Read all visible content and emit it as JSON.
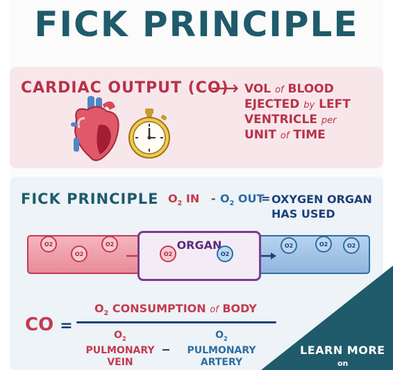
{
  "title": "FICK PRINCIPLE",
  "cardiac_output": {
    "label": "CARDIAC OUTPUT (CO)",
    "arrow": "⟶",
    "definition": {
      "line1_a": "VOL",
      "line1_of": "of",
      "line1_b": "BLOOD",
      "line2_a": "EJECTED",
      "line2_by": "by",
      "line2_b": "LEFT",
      "line3_a": "VENTRICLE",
      "line3_per": "per",
      "line4_a": "UNIT",
      "line4_of": "of",
      "line4_b": "TIME"
    }
  },
  "fick": {
    "label": "FICK PRINCIPLE",
    "o2_in": "O",
    "o2_in_sub": "2",
    "o2_in_word": "IN",
    "minus": "-",
    "o2_out": "O",
    "o2_out_sub": "2",
    "o2_out_word": "OUT",
    "equals": "=",
    "result_line1": "OXYGEN ORGAN",
    "result_line2": "HAS USED",
    "organ_label": "ORGAN",
    "molecule_label": "O",
    "molecule_sub": "2",
    "formula": {
      "lhs": "CO",
      "equals": "=",
      "numerator_a": "O",
      "numerator_sub": "2",
      "numerator_b": "CONSUMPTION",
      "numerator_of": "of",
      "numerator_c": "BODY",
      "den_left_a": "O",
      "den_left_sub": "2",
      "den_left_b": "PULMONARY",
      "den_left_c": "VEIN",
      "den_minus": "_",
      "den_right_a": "O",
      "den_right_sub": "2",
      "den_right_b": "PULMONARY",
      "den_right_c": "ARTERY"
    }
  },
  "cta": {
    "label": "LEARN MORE",
    "sub": "on"
  },
  "colors": {
    "teal": "#1f5b6a",
    "red": "#c43a4e",
    "blue": "#2e6da3",
    "purple": "#7a3b8e",
    "pink_bg": "#f8e7ea",
    "blue_bg": "#edf3f7"
  },
  "icons": [
    "heart-icon",
    "stopwatch-icon",
    "arrow-right-icon"
  ]
}
